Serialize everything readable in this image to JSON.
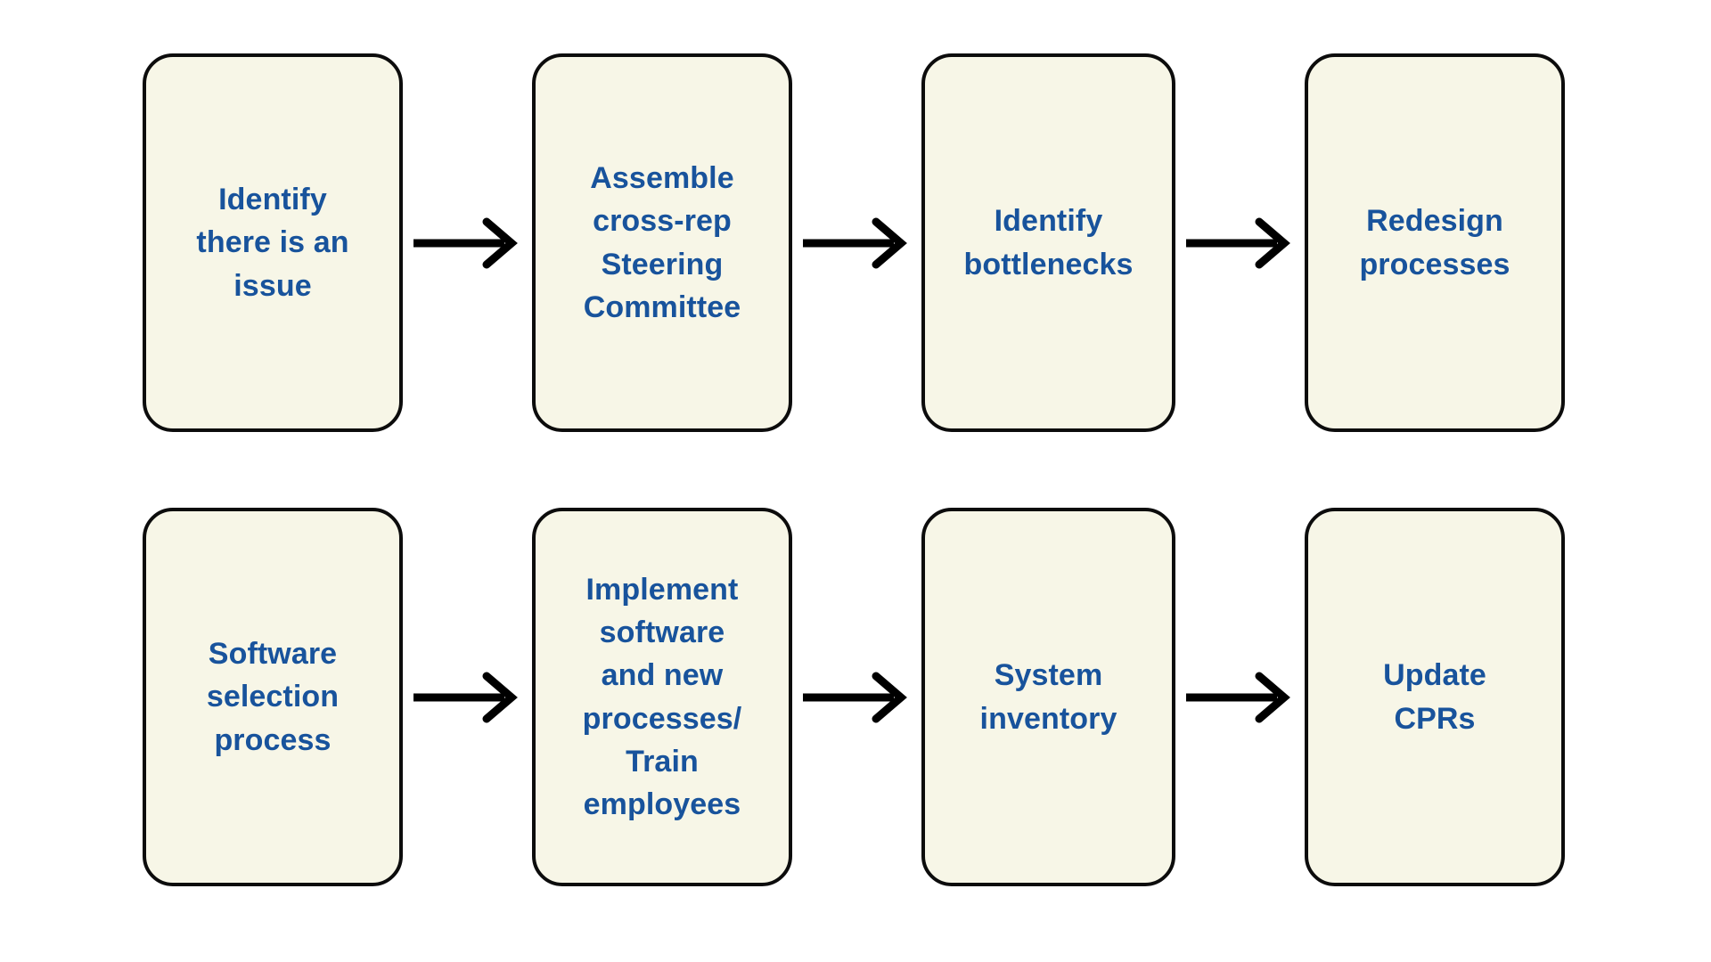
{
  "diagram": {
    "type": "flowchart",
    "title": "",
    "orientation": "left-to-right, two rows of four",
    "style": {
      "node_fill": "#F7F6E7",
      "node_border": "#0C0C0C",
      "node_text": "#18539C",
      "arrow_color": "#000000",
      "background": "#FFFFFF"
    },
    "rows": [
      {
        "id": "row-1",
        "nodes": [
          {
            "id": "n1",
            "label": "Identify\nthere is an\nissue"
          },
          {
            "id": "n2",
            "label": "Assemble\ncross-rep\nSteering\nCommittee"
          },
          {
            "id": "n3",
            "label": "Identify\nbottlenecks"
          },
          {
            "id": "n4",
            "label": "Redesign\nprocesses"
          }
        ],
        "connectors": [
          {
            "id": "c1",
            "icon": "arrow-right-icon",
            "from": "n1",
            "to": "n2"
          },
          {
            "id": "c2",
            "icon": "arrow-right-icon",
            "from": "n2",
            "to": "n3"
          },
          {
            "id": "c3",
            "icon": "arrow-right-icon",
            "from": "n3",
            "to": "n4"
          }
        ]
      },
      {
        "id": "row-2",
        "nodes": [
          {
            "id": "n1",
            "label": "Software\nselection\nprocess"
          },
          {
            "id": "n2",
            "label": "Implement\nsoftware\nand new\nprocesses/\nTrain\nemployees"
          },
          {
            "id": "n3",
            "label": "System\ninventory"
          },
          {
            "id": "n4",
            "label": "Update\nCPRs"
          }
        ],
        "connectors": [
          {
            "id": "c1",
            "icon": "arrow-right-icon",
            "from": "n1",
            "to": "n2"
          },
          {
            "id": "c2",
            "icon": "arrow-right-icon",
            "from": "n2",
            "to": "n3"
          },
          {
            "id": "c3",
            "icon": "arrow-right-icon",
            "from": "n3",
            "to": "n4"
          }
        ]
      }
    ]
  }
}
